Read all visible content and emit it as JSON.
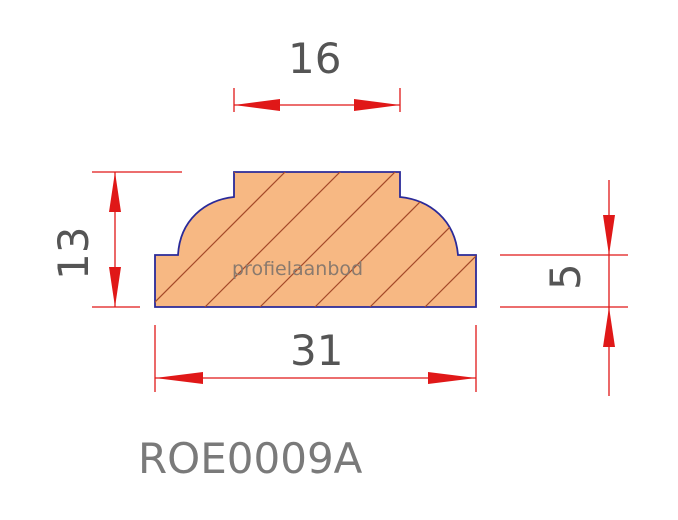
{
  "drawing": {
    "watermark": "profielaanbod",
    "product_code": "ROE0009A",
    "colors": {
      "wood_fill": "#f7b883",
      "outline": "#2a2a99",
      "hatch": "#a44a2a",
      "dimension": "#e01818",
      "text": "#555555"
    }
  },
  "dimensions": {
    "top_width": "16",
    "total_width": "31",
    "total_height": "13",
    "base_height": "5"
  }
}
